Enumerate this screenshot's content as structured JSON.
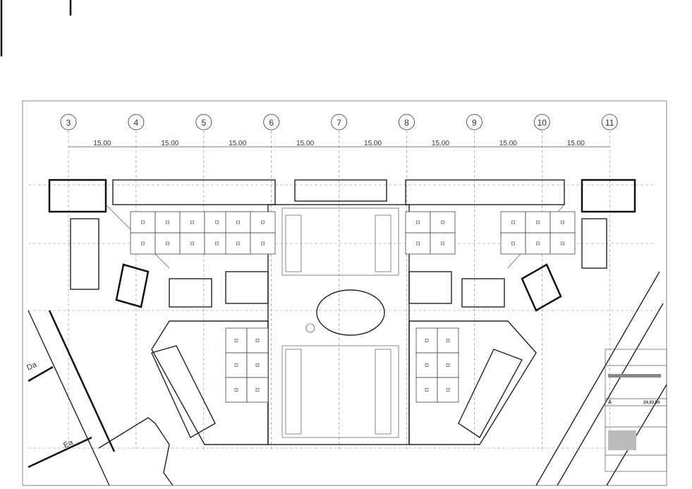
{
  "drawing": {
    "grid_axes": [
      "3",
      "4",
      "5",
      "6",
      "7",
      "8",
      "9",
      "10",
      "11"
    ],
    "dimensions": [
      "15.00",
      "15.00",
      "15.00",
      "15.00",
      "15.00",
      "15.00",
      "15.00",
      "15.00"
    ],
    "section_labels": [
      "Da",
      "Ea"
    ],
    "title_block": {
      "revision": "A",
      "date": "24.03.04"
    }
  }
}
